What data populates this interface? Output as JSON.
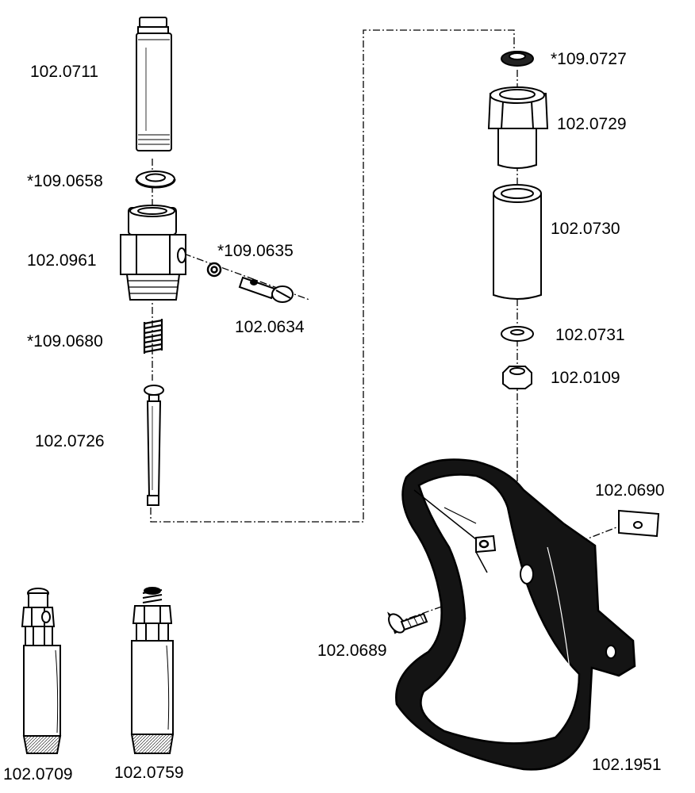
{
  "labels": {
    "p_102_0711": "102.0711",
    "p_109_0658": "*109.0658",
    "p_102_0961": "102.0961",
    "p_109_0635": "*109.0635",
    "p_102_0634": "102.0634",
    "p_109_0680": "*109.0680",
    "p_102_0726": "102.0726",
    "p_109_0727": "*109.0727",
    "p_102_0729": "102.0729",
    "p_102_0730": "102.0730",
    "p_102_0731": "102.0731",
    "p_102_0109": "102.0109",
    "p_102_0690": "102.0690",
    "p_102_0689": "102.0689",
    "p_102_1951": "102.1951",
    "p_102_0709": "102.0709",
    "p_102_0759": "102.0759"
  },
  "colors": {
    "ink": "#000000",
    "paper": "#ffffff",
    "shade": "#1a1a1a"
  }
}
